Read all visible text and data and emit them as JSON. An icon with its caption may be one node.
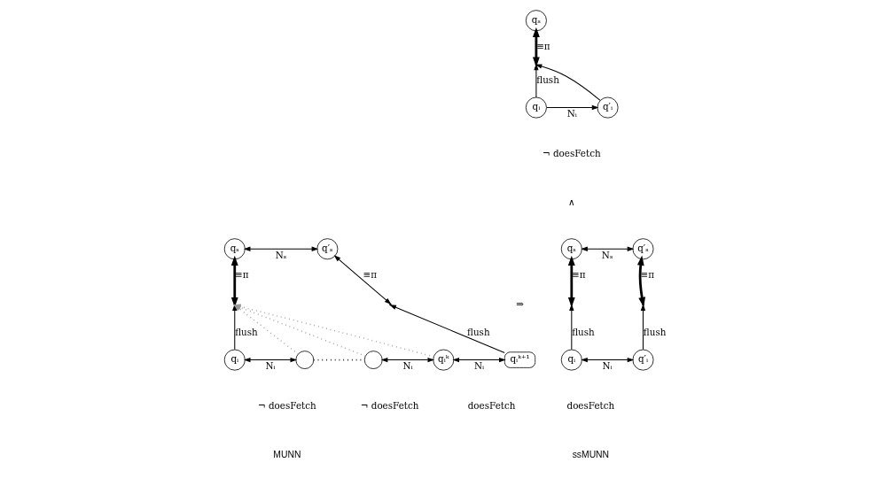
{
  "diagram": {
    "nodes": [
      {
        "text": [
          "qₛ"
        ]
      },
      {
        "text": [
          "q′ₛ"
        ]
      },
      {
        "text": [],
        "shape": "point"
      },
      {
        "text": [
          "qᵢ"
        ]
      },
      {
        "text": [],
        "shape": "circle"
      },
      {
        "text": [],
        "shape": "circle"
      },
      {
        "text": [
          "qᵢᵏ"
        ]
      },
      {
        "text": [
          "qᵢᵏ⁺¹"
        ]
      },
      {
        "text": [],
        "shape": "point"
      },
      {
        "text": [
          "qₛ"
        ]
      },
      {
        "text": [],
        "shape": "point"
      },
      {
        "text": [
          "qᵢ"
        ]
      },
      {
        "text": [
          "q′ᵢ"
        ]
      },
      {
        "text": [
          "qₛ"
        ]
      },
      {
        "text": [
          "q′ₛ"
        ]
      },
      {
        "text": [],
        "shape": "point"
      },
      {
        "text": [],
        "shape": "point"
      },
      {
        "text": [
          "qᵢ"
        ]
      },
      {
        "text": [
          "q′ᵢ"
        ]
      }
    ],
    "edges": [
      {
        "from": 0,
        "to": 1,
        "arrow": "both",
        "label": "Nₛ"
      },
      {
        "from": 2,
        "to": 0,
        "arrow": "both",
        "label": "≡π",
        "style": "thick"
      },
      {
        "from": 3,
        "to": 2,
        "arrow": "to",
        "label": "flush"
      },
      {
        "from": 3,
        "to": 4,
        "arrow": "both",
        "label": "Nᵢ"
      },
      {
        "from": 4,
        "to": 5,
        "arrow": "none",
        "style": "dashed"
      },
      {
        "from": 5,
        "to": 6,
        "arrow": "both",
        "label": "Nᵢ"
      },
      {
        "from": 6,
        "to": 7,
        "arrow": "both",
        "label": "Nᵢ"
      },
      {
        "from": 7,
        "to": 8,
        "arrow": "to",
        "label": "flush"
      },
      {
        "from": 8,
        "to": 1,
        "arrow": "both",
        "label": "≡π"
      },
      {
        "from": 4,
        "to": 2,
        "arrow": "to",
        "style": "dashed",
        "color": "#999999"
      },
      {
        "from": 5,
        "to": 2,
        "arrow": "to",
        "style": "dashed",
        "color": "#999999"
      },
      {
        "from": 6,
        "to": 2,
        "arrow": "to",
        "style": "dashed",
        "color": "#999999"
      },
      {
        "from": 10,
        "to": 9,
        "arrow": "both",
        "label": "≡π",
        "style": "thick"
      },
      {
        "from": 11,
        "to": 10,
        "arrow": "to",
        "label": "flush"
      },
      {
        "from": 11,
        "to": 12,
        "arrow": "to",
        "label": "Nᵢ"
      },
      {
        "from": 12,
        "to": 10,
        "arrow": "to"
      },
      {
        "from": 13,
        "to": 14,
        "arrow": "both",
        "label": "Nₛ"
      },
      {
        "from": 15,
        "to": 13,
        "arrow": "both",
        "label": "≡π",
        "style": "thick"
      },
      {
        "from": 16,
        "to": 14,
        "arrow": "both",
        "label": "≡π",
        "style": "thick"
      },
      {
        "from": 17,
        "to": 15,
        "arrow": "to",
        "label": "flush"
      },
      {
        "from": 18,
        "to": 16,
        "arrow": "to",
        "label": "flush"
      },
      {
        "from": 17,
        "to": 18,
        "arrow": "both",
        "label": "Nᵢ"
      }
    ],
    "labels": [
      "¬ doesFetch",
      "¬ doesFetch",
      "doesFetch",
      "⇒",
      "∧",
      "¬ doesFetch",
      "doesFetch",
      "MUNN",
      "ssMUNN"
    ]
  }
}
